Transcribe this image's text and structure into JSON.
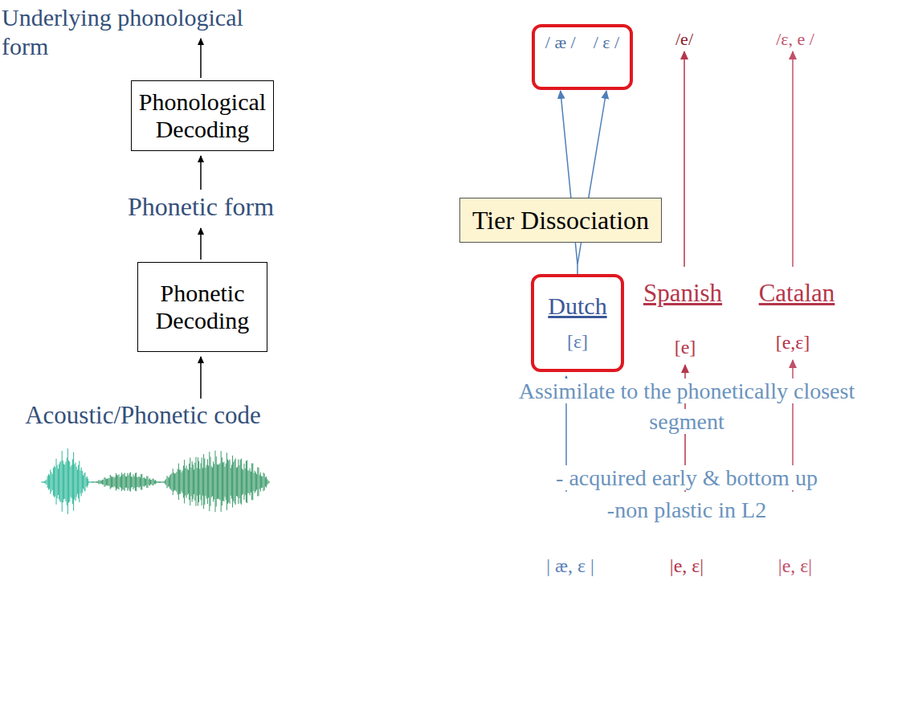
{
  "diagram": {
    "nodes": [
      {
        "text": [
          "Phonological Decoding"
        ]
      },
      {
        "text": [
          "Phonetic Decoding"
        ]
      },
      {
        "text": [
          "/ æ /",
          "/ ɛ /"
        ]
      },
      {
        "text": [
          "Tier Dissociation"
        ]
      },
      {
        "text": [
          "Dutch",
          "[ɛ]"
        ]
      }
    ],
    "edges": [
      {
        "from": 4,
        "to": 2,
        "arrow": "to"
      }
    ],
    "labels": [
      "Underlying phonological form",
      "Phonetic form",
      "Acoustic/Phonetic code",
      "/e/",
      "/ɛ, e /",
      "Spanish",
      "[e]",
      "Catalan",
      "[e,ɛ]",
      "Assimilate to the phonetically closest segment",
      "- acquired early & bottom up",
      "-non plastic in L2",
      "| æ, ɛ |",
      "|e, ɛ|",
      "|e, ɛ|"
    ]
  }
}
